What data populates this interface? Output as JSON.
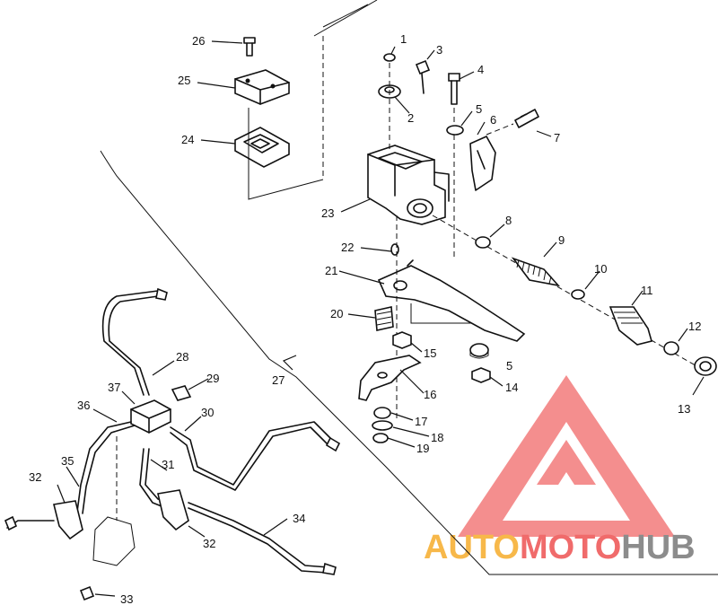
{
  "callouts": [
    "1",
    "2",
    "3",
    "4",
    "5",
    "5",
    "6",
    "7",
    "8",
    "9",
    "10",
    "11",
    "12",
    "13",
    "14",
    "15",
    "16",
    "17",
    "18",
    "19",
    "20",
    "21",
    "22",
    "23",
    "24",
    "25",
    "26",
    "27",
    "28",
    "29",
    "30",
    "31",
    "32",
    "32",
    "33",
    "34",
    "35",
    "36",
    "37"
  ],
  "watermark": {
    "part1": "AUTO",
    "part2": "MOTO",
    "part3": "HUB",
    "color_orange": "#f7b84a",
    "color_red": "#f06b6b",
    "color_grey": "#8c8c8c"
  }
}
